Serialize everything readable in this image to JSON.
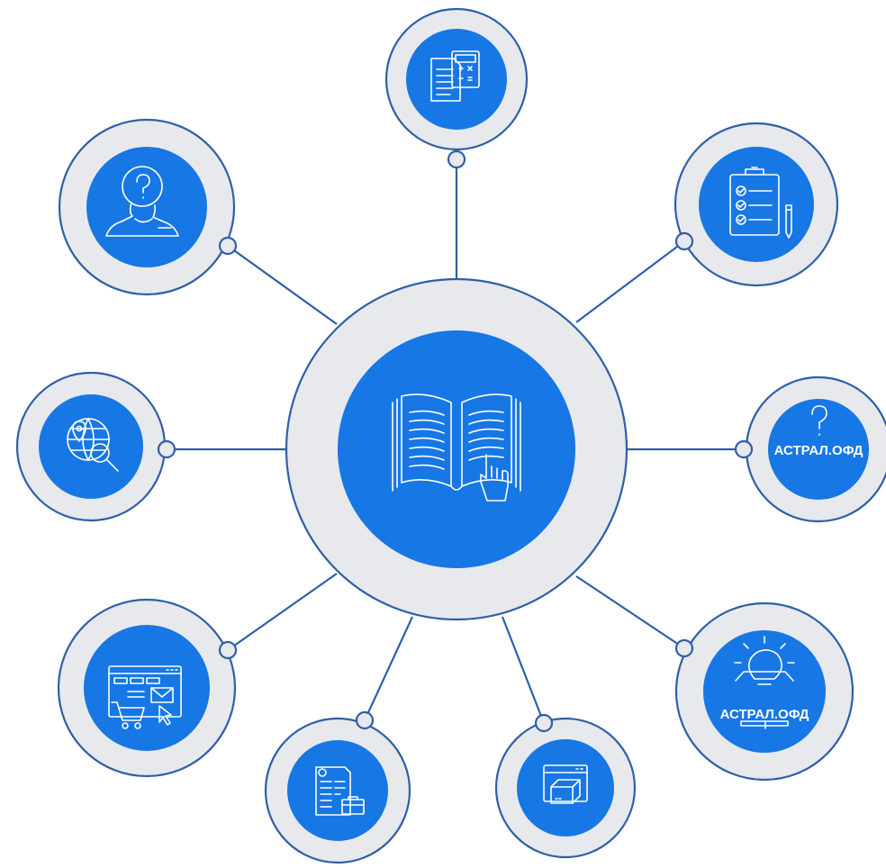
{
  "brand_colors": {
    "accent": "#1677e5",
    "ring": "#e8e9ec",
    "outline": "#2f5fa8"
  },
  "center": {
    "icon": "open-book-pointer-icon"
  },
  "nodes": [
    {
      "position": "top",
      "icon": "document-calculator-icon",
      "text": ""
    },
    {
      "position": "top-right",
      "icon": "checklist-clipboard-icon",
      "text": ""
    },
    {
      "position": "right",
      "icon": "question-mark-icon",
      "text": "АСТРАЛ.ОФД"
    },
    {
      "position": "bottom-right",
      "icon": "lightbulb-box-icon",
      "text": "АСТРАЛ.ОФД"
    },
    {
      "position": "bottom",
      "icon": "browser-box-icon",
      "text": ""
    },
    {
      "position": "bottom-left",
      "icon": "document-briefcase-icon",
      "text": ""
    },
    {
      "position": "lower-left",
      "icon": "web-shop-icon",
      "text": ""
    },
    {
      "position": "left",
      "icon": "globe-search-icon",
      "text": ""
    },
    {
      "position": "top-left",
      "icon": "person-question-icon",
      "text": ""
    }
  ]
}
